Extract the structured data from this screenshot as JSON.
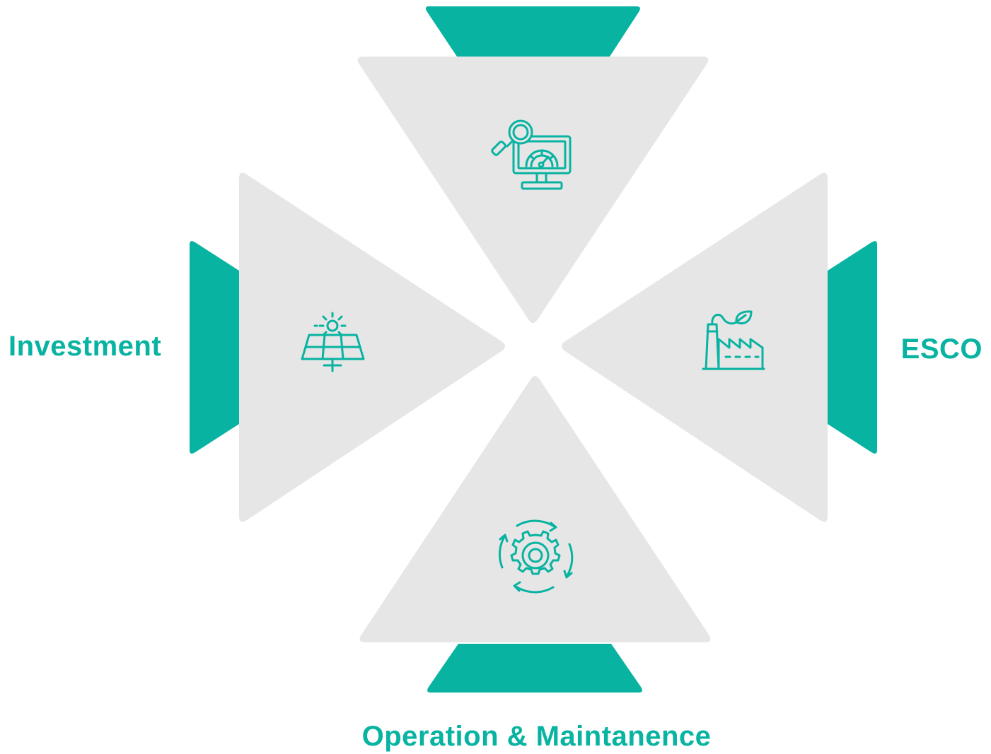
{
  "colors": {
    "accent": "#08b3a1",
    "panel": "#e6e6e6",
    "background": "#ffffff"
  },
  "labels": {
    "left": "Investment",
    "right": "ESCO",
    "bottom": "Operation & Maintanence"
  },
  "icons": {
    "top": "monitoring-dashboard-icon",
    "left": "solar-panel-icon",
    "right": "eco-factory-icon",
    "bottom": "gear-cycle-icon"
  }
}
